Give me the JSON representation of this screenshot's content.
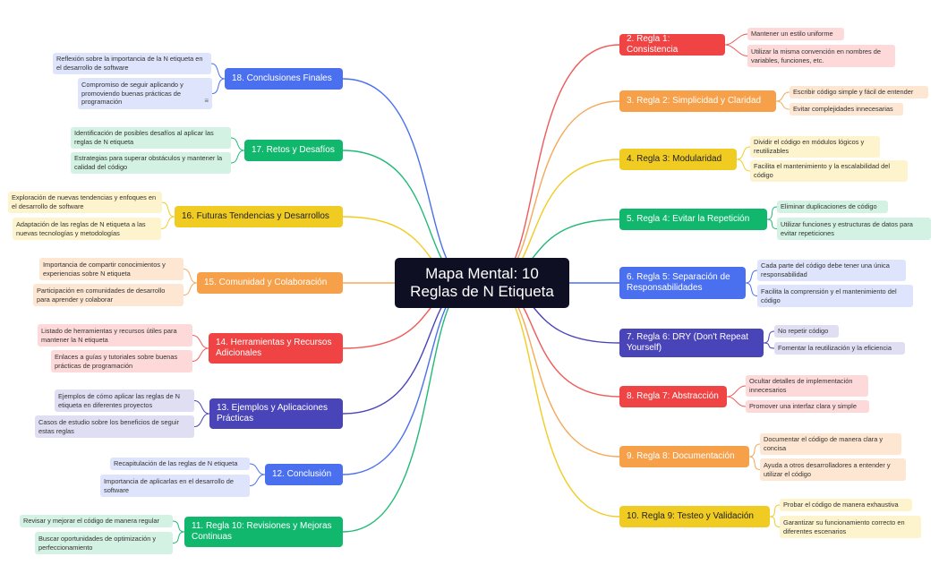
{
  "central": "Mapa Mental: 10 Reglas de N Etiqueta",
  "colors": {
    "red": "#f04444",
    "orange": "#f7a04a",
    "yellow": "#f0cc23",
    "green": "#12b76e",
    "blue": "#4a70f0",
    "indigo": "#4a44b9"
  },
  "branches": [
    {
      "id": "r1",
      "label": "2. Regla 1: Consistencia",
      "color": "red",
      "leaves": [
        "Mantener un estilo uniforme",
        "Utilizar la misma convención en nombres de variables, funciones, etc."
      ]
    },
    {
      "id": "r2",
      "label": "3. Regla 2: Simplicidad y Claridad",
      "color": "orange",
      "leaves": [
        "Escribir código simple y fácil de entender",
        "Evitar complejidades innecesarias"
      ]
    },
    {
      "id": "r3",
      "label": "4. Regla 3: Modularidad",
      "color": "yellow",
      "leaves": [
        "Dividir el código en módulos lógicos y reutilizables",
        "Facilita el mantenimiento y la escalabilidad del código"
      ]
    },
    {
      "id": "r4",
      "label": "5. Regla 4: Evitar la Repetición",
      "color": "green",
      "leaves": [
        "Eliminar duplicaciones de código",
        "Utilizar funciones y estructuras de datos para evitar repeticiones"
      ]
    },
    {
      "id": "r5",
      "label": "6. Regla 5: Separación de Responsabilidades",
      "color": "blue",
      "leaves": [
        "Cada parte del código debe tener una única responsabilidad",
        "Facilita la comprensión y el mantenimiento del código"
      ]
    },
    {
      "id": "r6",
      "label": "7. Regla 6: DRY (Don't Repeat Yourself)",
      "color": "indigo",
      "leaves": [
        "No repetir código",
        "Fomentar la reutilización y la eficiencia"
      ]
    },
    {
      "id": "r7",
      "label": "8. Regla 7: Abstracción",
      "color": "red",
      "leaves": [
        "Ocultar detalles de implementación innecesarios",
        "Promover una interfaz clara y simple"
      ]
    },
    {
      "id": "r8",
      "label": "9. Regla 8: Documentación",
      "color": "orange",
      "leaves": [
        "Documentar el código de manera clara y concisa",
        "Ayuda a otros desarrolladores a entender y utilizar el código"
      ]
    },
    {
      "id": "r9",
      "label": "10. Regla 9: Testeo y Validación",
      "color": "yellow",
      "leaves": [
        "Probar el código de manera exhaustiva",
        "Garantizar su funcionamiento correcto en diferentes escenarios"
      ]
    },
    {
      "id": "r18",
      "label": "18. Conclusiones Finales",
      "color": "blue",
      "leaves": [
        "Reflexión sobre la importancia de la N etiqueta en el desarrollo de software",
        "Compromiso de seguir aplicando y promoviendo buenas prácticas de programación"
      ]
    },
    {
      "id": "r17",
      "label": "17. Retos y Desafíos",
      "color": "green",
      "leaves": [
        "Identificación de posibles desafíos al aplicar las reglas de N etiqueta",
        "Estrategias para superar obstáculos y mantener la calidad del código"
      ]
    },
    {
      "id": "r16",
      "label": "16. Futuras Tendencias y Desarrollos",
      "color": "yellow",
      "leaves": [
        "Exploración de nuevas tendencias y enfoques en el desarrollo de software",
        "Adaptación de las reglas de N etiqueta a las nuevas tecnologías y metodologías"
      ]
    },
    {
      "id": "r15",
      "label": "15. Comunidad y Colaboración",
      "color": "orange",
      "leaves": [
        "Importancia de compartir conocimientos y experiencias sobre N etiqueta",
        "Participación en comunidades de desarrollo para aprender y colaborar"
      ]
    },
    {
      "id": "r14",
      "label": "14. Herramientas y Recursos Adicionales",
      "color": "red",
      "leaves": [
        "Listado de herramientas y recursos útiles para mantener la N etiqueta",
        "Enlaces a guías y tutoriales sobre buenas prácticas de programación"
      ]
    },
    {
      "id": "r13",
      "label": "13. Ejemplos y Aplicaciones Prácticas",
      "color": "indigo",
      "leaves": [
        "Ejemplos de cómo aplicar las reglas de N etiqueta en diferentes proyectos",
        "Casos de estudio sobre los beneficios de seguir estas reglas"
      ]
    },
    {
      "id": "r12",
      "label": "12. Conclusión",
      "color": "blue",
      "leaves": [
        "Recapitulación de las reglas de N etiqueta",
        "Importancia de aplicarlas en el desarrollo de software"
      ]
    },
    {
      "id": "r11",
      "label": "11. Regla 10: Revisiones y Mejoras Continuas",
      "color": "green",
      "leaves": [
        "Revisar y mejorar el código de manera regular",
        "Buscar oportunidades de optimización y perfeccionamiento"
      ]
    }
  ]
}
